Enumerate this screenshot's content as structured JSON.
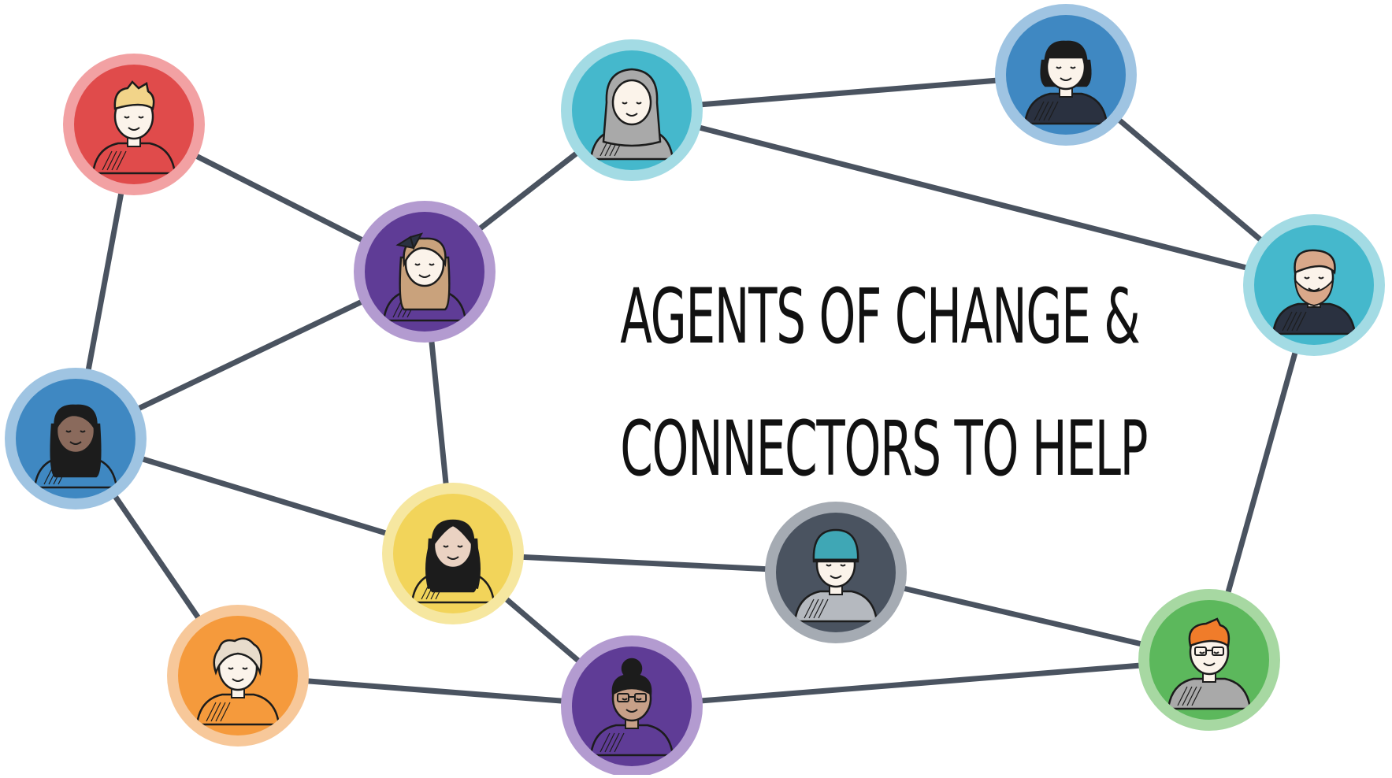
{
  "title": {
    "line1": "AGENTS OF CHANGE &",
    "line2": "CONNECTORS TO HELP"
  },
  "colors": {
    "edge": "#4a5360",
    "outline": "#1c1c1c",
    "skin_light": "#fbf3ea"
  },
  "nodes": [
    {
      "id": "red-person",
      "ring": "#f2a1a3",
      "fill": "#e04b4b",
      "hair": "#f2d489",
      "skin": "#fbf3ea",
      "shirt": "#e04b4b",
      "style": "spiky"
    },
    {
      "id": "purple-bow-person",
      "ring": "#b39bd0",
      "fill": "#5f3c96",
      "hair": "#c9a27c",
      "skin": "#fbf3ea",
      "shirt": "#5f3c96",
      "style": "long"
    },
    {
      "id": "hijab-person",
      "ring": "#a3dbe4",
      "fill": "#45b8cc",
      "hair": "#a9a9a9",
      "skin": "#fbf3ea",
      "shirt": "#a9a9a9",
      "style": "hijab"
    },
    {
      "id": "bob-hair-person",
      "ring": "#9fc4e2",
      "fill": "#3f88c2",
      "hair": "#1c1c1c",
      "skin": "#fbf3ea",
      "shirt": "#2a3140",
      "style": "bob"
    },
    {
      "id": "bearded-person",
      "ring": "#a3dbe4",
      "fill": "#45b8cc",
      "hair": "#d9a88a",
      "skin": "#fbf3ea",
      "shirt": "#2a3140",
      "style": "beard"
    },
    {
      "id": "dreadlocks-person",
      "ring": "#9fc4e2",
      "fill": "#3f88c2",
      "hair": "#1c1c1c",
      "skin": "#8a6a5c",
      "shirt": "#3f88c2",
      "style": "long"
    },
    {
      "id": "braids-person",
      "ring": "#f6e7a0",
      "fill": "#f2d45a",
      "hair": "#1c1c1c",
      "skin": "#ead2c2",
      "shirt": "#f2d45a",
      "style": "braids"
    },
    {
      "id": "beanie-person",
      "ring": "#a5abb3",
      "fill": "#4a5360",
      "hair": "#3fa7b5",
      "skin": "#fbf3ea",
      "shirt": "#b5b9bf",
      "style": "beanie"
    },
    {
      "id": "glasses-ginger-person",
      "ring": "#a7d8a2",
      "fill": "#5cb85c",
      "hair": "#f07c2a",
      "skin": "#fbf3ea",
      "shirt": "#a9a9a9",
      "style": "glasses"
    },
    {
      "id": "bun-glasses-person",
      "ring": "#b39bd0",
      "fill": "#5f3c96",
      "hair": "#1c1c1c",
      "skin": "#c7a088",
      "shirt": "#5f3c96",
      "style": "bun"
    },
    {
      "id": "curly-person",
      "ring": "#f7c89a",
      "fill": "#f59a3c",
      "hair": "#e8dccc",
      "skin": "#fbf3ea",
      "shirt": "#f59a3c",
      "style": "curly"
    }
  ]
}
